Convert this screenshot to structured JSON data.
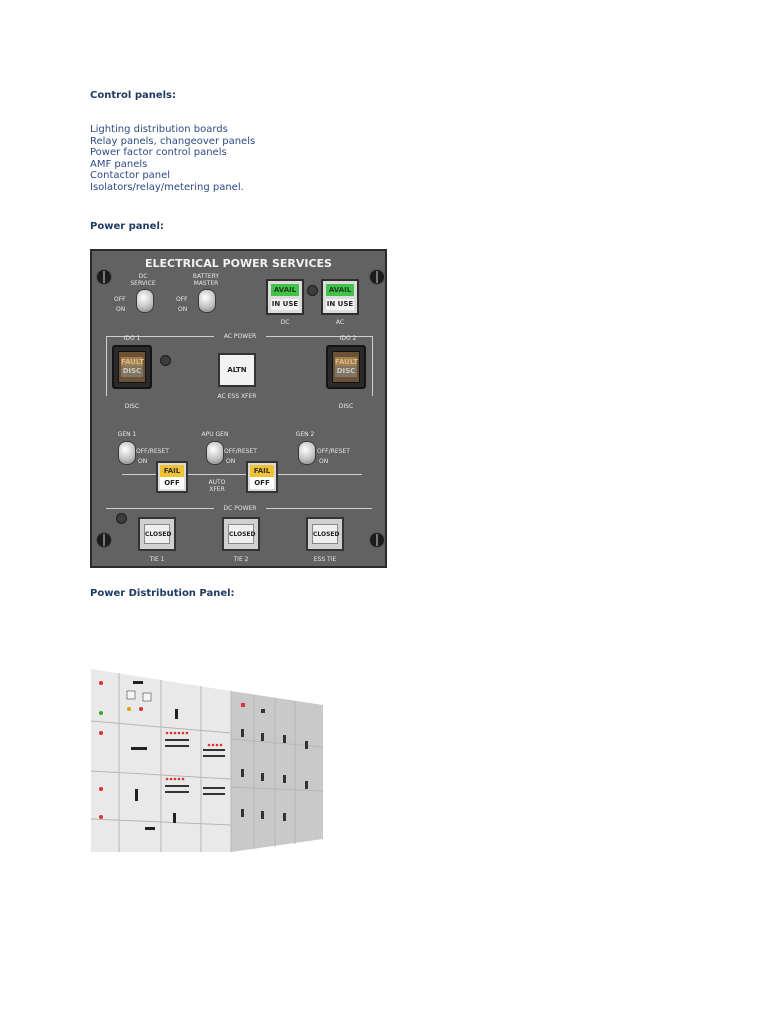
{
  "sections": {
    "control_panels_heading": "Control panels:",
    "control_panels_items": [
      "Lighting distribution boards",
      "Relay panels, changeover panels",
      "Power factor control panels",
      "AMF panels",
      "Contactor panel",
      "Isolators/relay/metering panel."
    ],
    "power_panel_heading": "Power panel:",
    "distribution_heading": "Power Distribution Panel:"
  },
  "power_panel": {
    "title": "ELECTRICAL POWER SERVICES",
    "dc_service": "DC\nSERVICE",
    "battery_master": "BATTERY\nMASTER",
    "off": "OFF",
    "on": "ON",
    "avail": "AVAIL",
    "in_use": "IN USE",
    "dc": "DC",
    "ac": "AC",
    "idg1": "IDG 1",
    "idg2": "IDG 2",
    "ac_power": "AC POWER",
    "fault": "FAULT",
    "disc": "DISC",
    "altn": "ALTN",
    "ac_ess_xfer": "AC ESS XFER",
    "gen1": "GEN 1",
    "apu_gen": "APU GEN",
    "gen2": "GEN 2",
    "off_reset": "OFF/RESET",
    "fail": "FAIL",
    "off_btn": "OFF",
    "auto_xfer": "AUTO\nXFER",
    "dc_power": "DC POWER",
    "closed": "CLOSED",
    "tie1": "TIE 1",
    "tie2": "TIE 2",
    "ess_tie": "ESS TIE",
    "colors": {
      "panel": "#626262",
      "avail": "#43c24a",
      "fail": "#f1c232",
      "fault": "#a27e4c"
    }
  }
}
